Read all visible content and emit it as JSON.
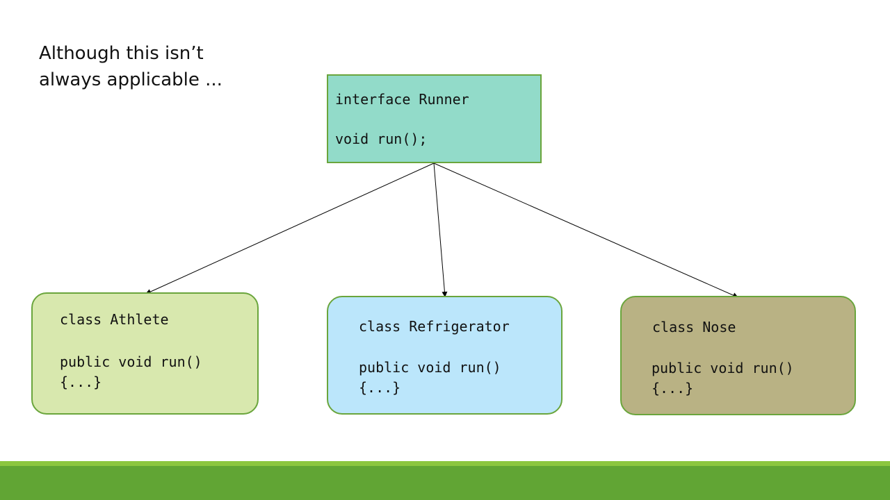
{
  "title": {
    "line1": "Although this isn’t",
    "line2": "always applicable ..."
  },
  "interface": {
    "name": "interface Runner",
    "method": "void run();"
  },
  "classes": [
    {
      "name": "class Athlete",
      "method": "public void run()",
      "body": "{...}"
    },
    {
      "name": "class Refrigerator",
      "method": "public void run()",
      "body": "{...}"
    },
    {
      "name": "class Nose",
      "method": "public void run()",
      "body": "{...}"
    }
  ],
  "colors": {
    "interface_fill": "#92dbc9",
    "athlete_fill": "#d8e8ae",
    "refrigerator_fill": "#bbe6fb",
    "nose_fill": "#b9b284",
    "border": "#6aa53c",
    "footer_dark": "#61a534",
    "footer_light": "#8cc63f"
  }
}
